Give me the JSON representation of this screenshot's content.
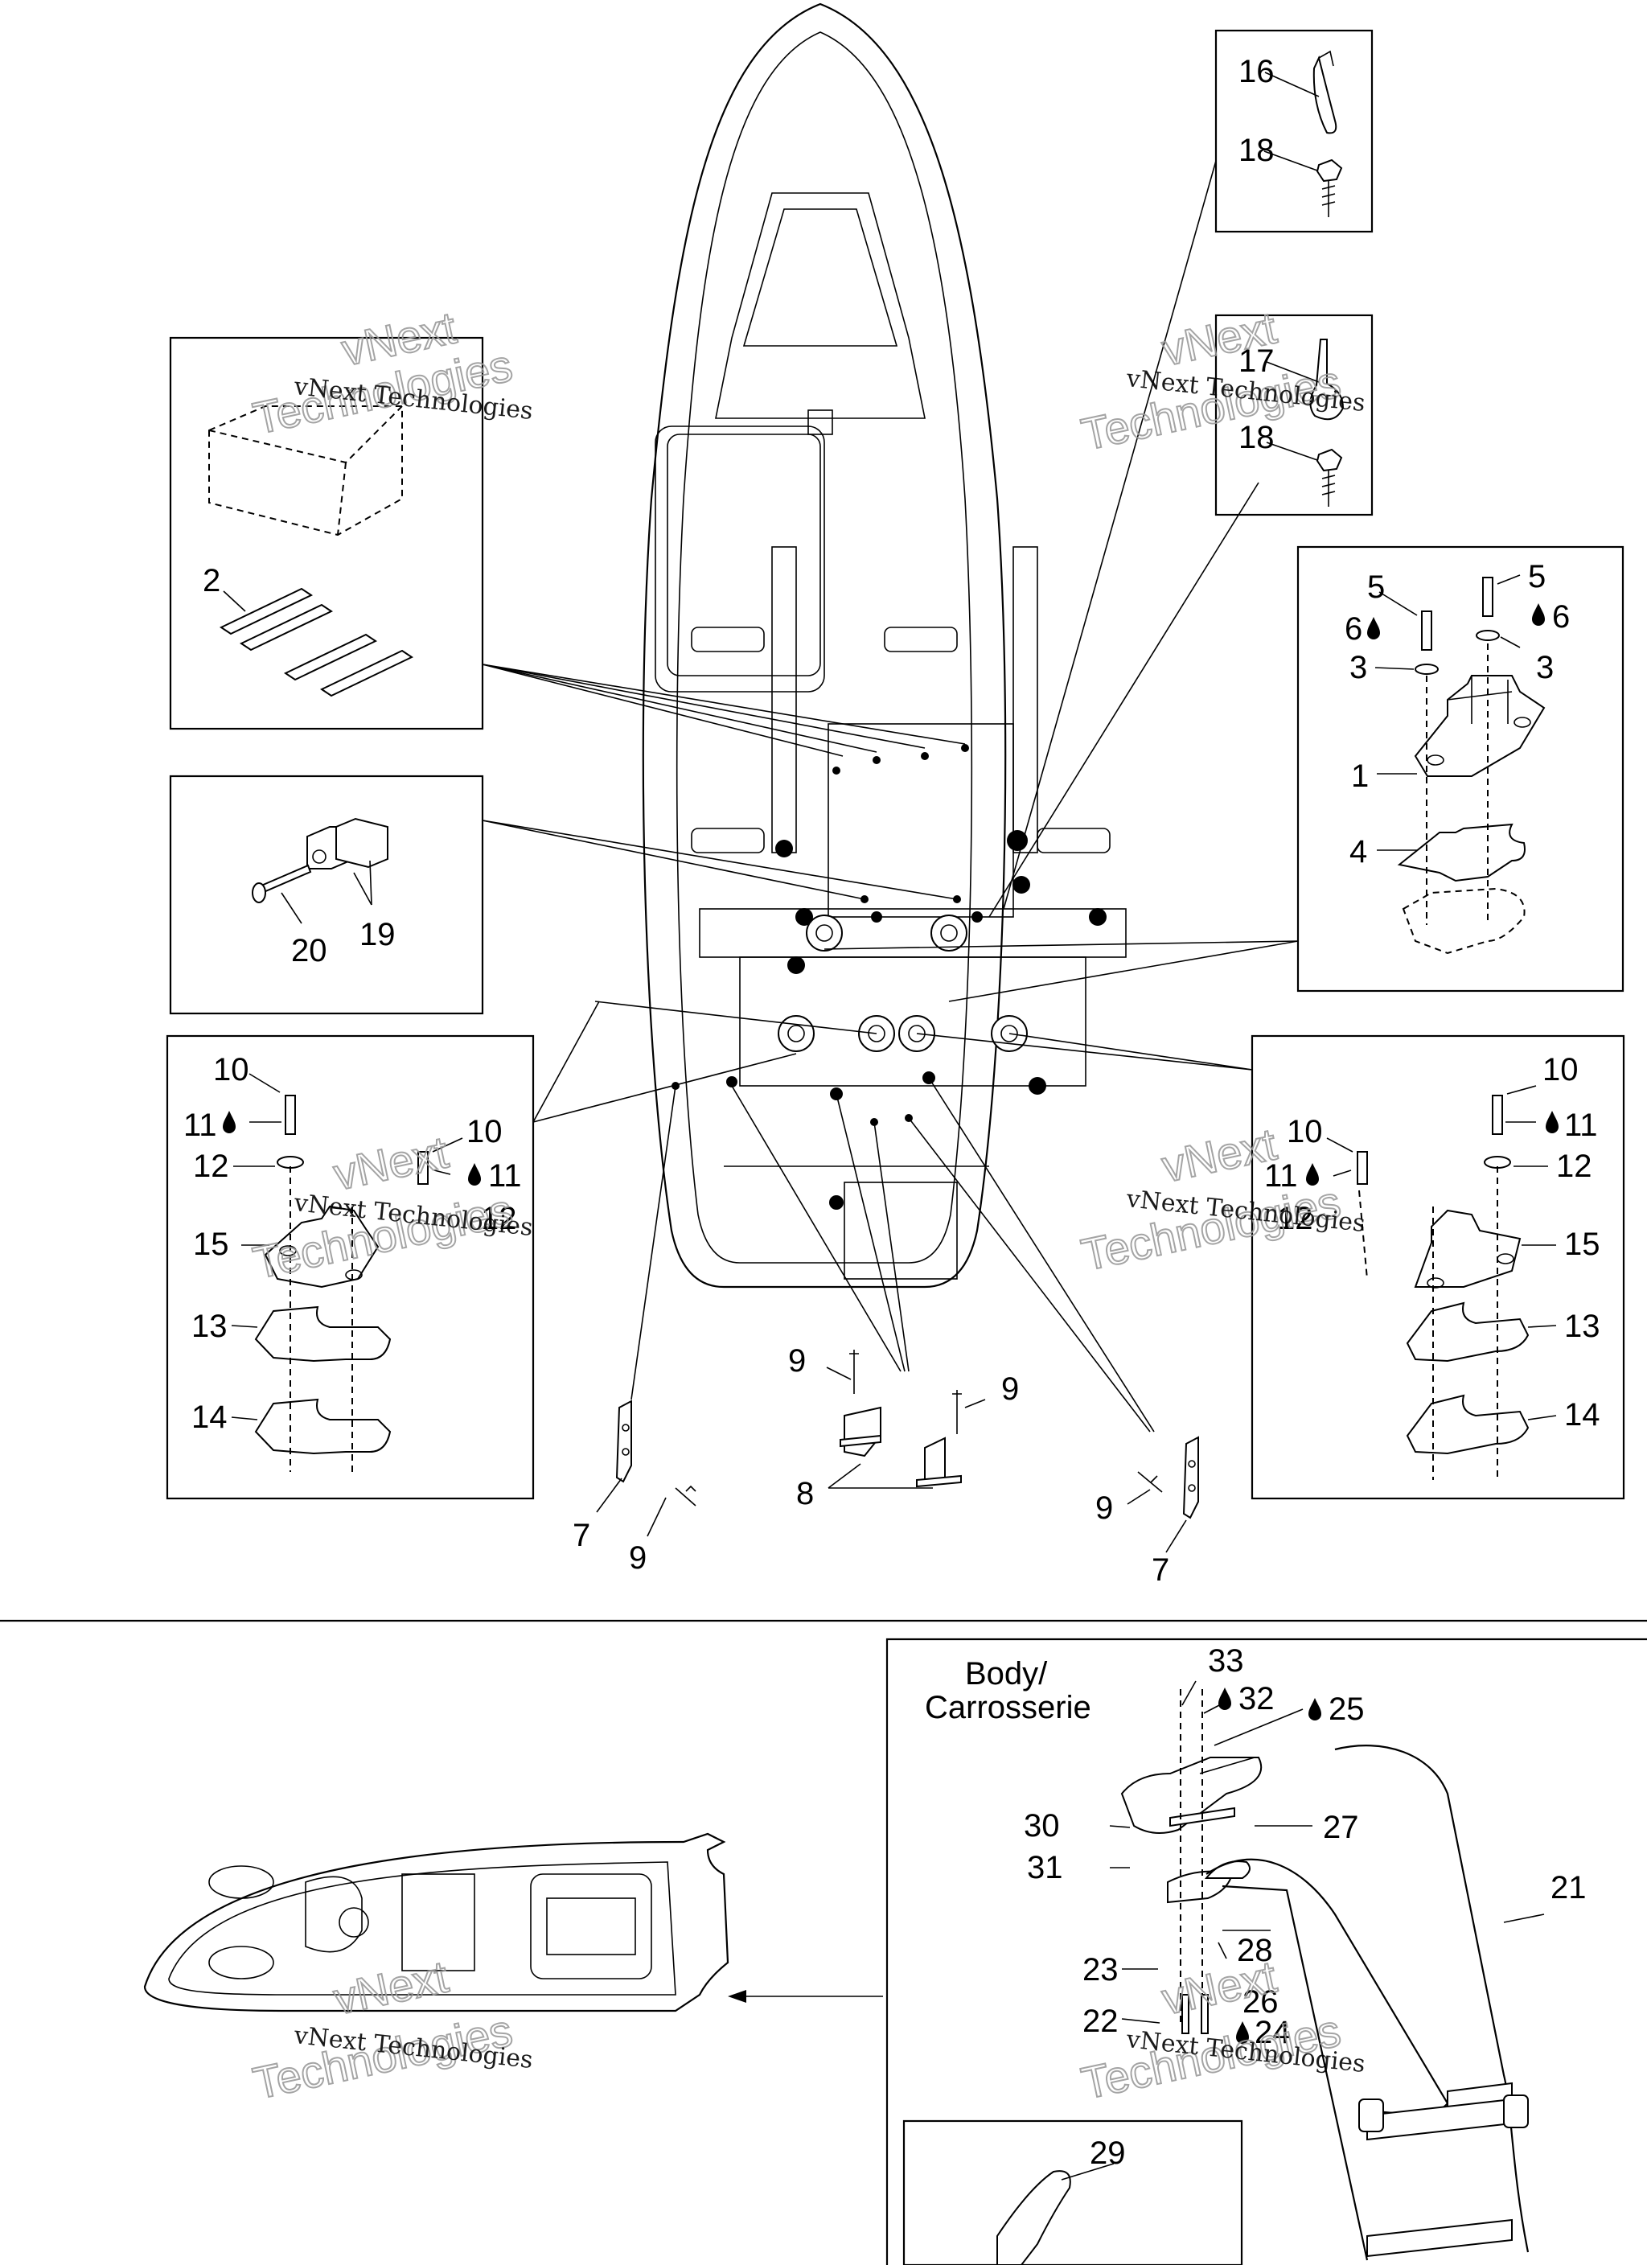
{
  "callouts": {
    "c16": "16",
    "c18a": "18",
    "c17": "17",
    "c18b": "18",
    "c2": "2",
    "c20": "20",
    "c19": "19",
    "c5a": "5",
    "c5b": "5",
    "c6a": "6",
    "c6b": "6",
    "c3a": "3",
    "c3b": "3",
    "c1": "1",
    "c4": "4",
    "c10a": "10",
    "c11a": "11",
    "c12a": "12",
    "c10b": "10",
    "c11b": "11",
    "c12b": "12",
    "c15a": "15",
    "c13a": "13",
    "c14a": "14",
    "c10c": "10",
    "c11c": "11",
    "c12c": "12",
    "c10d": "10",
    "c11d": "11",
    "c12d": "12",
    "c15b": "15",
    "c13b": "13",
    "c14b": "14",
    "c9a": "9",
    "c9b": "9",
    "c9c": "9",
    "c9d": "9",
    "c8": "8",
    "c7a": "7",
    "c7b": "7",
    "c33": "33",
    "c32": "32",
    "c25": "25",
    "c27": "27",
    "c30": "30",
    "c31": "31",
    "c21": "21",
    "c28": "28",
    "c23": "23",
    "c26": "26",
    "c22": "22",
    "c24": "24",
    "c29": "29"
  },
  "body_label": {
    "line1": "Body/",
    "line2": "Carrosserie"
  },
  "watermark": {
    "small": "vNext Technologies",
    "big_top": "vNext",
    "big_bottom": "Technologies"
  },
  "icons": {
    "oil_drop": "oil-drop-icon",
    "arrow": "left-arrow-icon"
  }
}
